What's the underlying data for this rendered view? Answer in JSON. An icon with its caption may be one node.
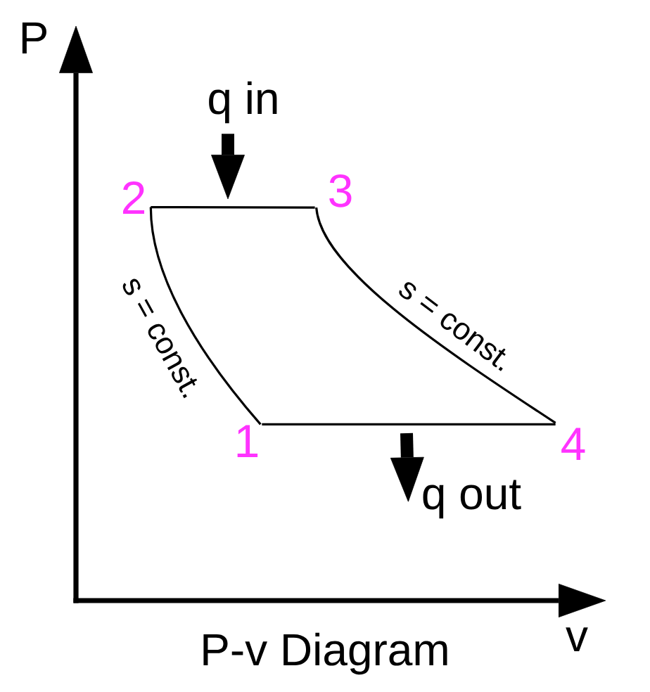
{
  "diagram": {
    "caption": "P-v Diagram",
    "nodes": [
      {
        "text": [
          "q in"
        ]
      },
      {
        "text": [
          "2"
        ]
      },
      {
        "text": [
          "3"
        ]
      },
      {
        "text": [
          "1"
        ]
      },
      {
        "text": [
          "4"
        ]
      },
      {
        "text": [
          "q out"
        ]
      }
    ],
    "edges": [
      {
        "from": 0,
        "to": null,
        "arrow": "to",
        "style": "thick"
      },
      {
        "from": 1,
        "to": 2,
        "arrow": "none"
      },
      {
        "from": 2,
        "to": 4,
        "arrow": "none",
        "label": "s = const."
      },
      {
        "from": 4,
        "to": 3,
        "arrow": "none"
      },
      {
        "from": 3,
        "to": 1,
        "arrow": "none",
        "label": "s = const."
      },
      {
        "from": null,
        "to": 5,
        "arrow": "to",
        "style": "thick"
      }
    ],
    "labels": [
      "P",
      "v"
    ]
  }
}
